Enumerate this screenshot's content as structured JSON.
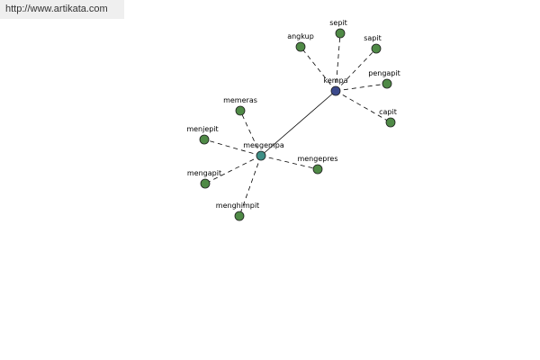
{
  "header": {
    "url": "http://www.artikata.com"
  },
  "graph": {
    "colors": {
      "root": "#3c4a8c",
      "hub": "#3f8f86",
      "leaf": "#4f8a46",
      "edge": "#000000"
    },
    "nodes": [
      {
        "id": "kempa",
        "label": "kempa",
        "type": "root"
      },
      {
        "id": "mengempa",
        "label": "mengempa",
        "type": "hub"
      },
      {
        "id": "angkup",
        "label": "angkup",
        "type": "leaf"
      },
      {
        "id": "sepit",
        "label": "sepit",
        "type": "leaf"
      },
      {
        "id": "sapit",
        "label": "sapit",
        "type": "leaf"
      },
      {
        "id": "pengapit",
        "label": "pengapit",
        "type": "leaf"
      },
      {
        "id": "capit",
        "label": "capit",
        "type": "leaf"
      },
      {
        "id": "memeras",
        "label": "memeras",
        "type": "leaf"
      },
      {
        "id": "menjepit",
        "label": "menjepit",
        "type": "leaf"
      },
      {
        "id": "mengapit",
        "label": "mengapit",
        "type": "leaf"
      },
      {
        "id": "menghimpit",
        "label": "menghimpit",
        "type": "leaf"
      },
      {
        "id": "mengepres",
        "label": "mengepres",
        "type": "leaf"
      }
    ],
    "edges": [
      {
        "from": "kempa",
        "to": "mengempa",
        "style": "solid"
      },
      {
        "from": "kempa",
        "to": "angkup",
        "style": "dashed"
      },
      {
        "from": "kempa",
        "to": "sepit",
        "style": "dashed"
      },
      {
        "from": "kempa",
        "to": "sapit",
        "style": "dashed"
      },
      {
        "from": "kempa",
        "to": "pengapit",
        "style": "dashed"
      },
      {
        "from": "kempa",
        "to": "capit",
        "style": "dashed"
      },
      {
        "from": "mengempa",
        "to": "memeras",
        "style": "dashed"
      },
      {
        "from": "mengempa",
        "to": "menjepit",
        "style": "dashed"
      },
      {
        "from": "mengempa",
        "to": "mengapit",
        "style": "dashed"
      },
      {
        "from": "mengempa",
        "to": "menghimpit",
        "style": "dashed"
      },
      {
        "from": "mengempa",
        "to": "mengepres",
        "style": "dashed"
      }
    ]
  }
}
